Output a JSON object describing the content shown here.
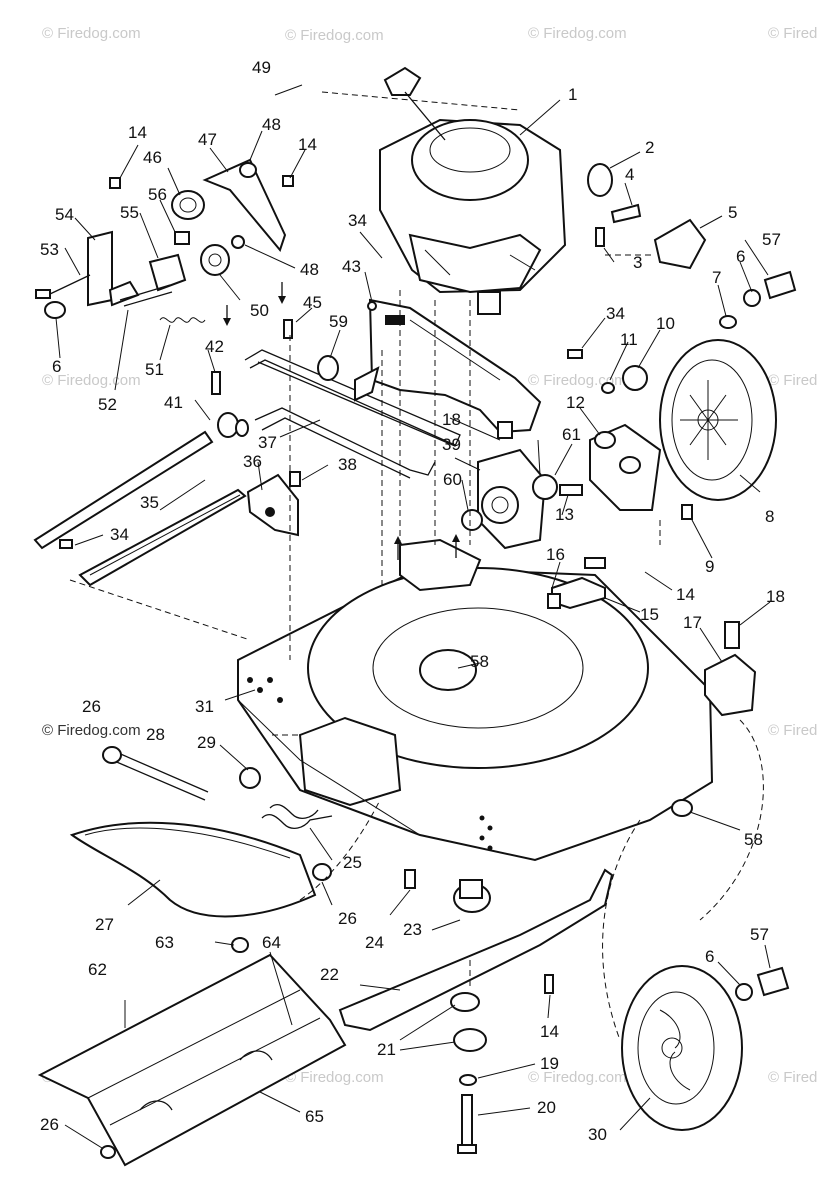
{
  "watermark": {
    "text": "© Firedog.com",
    "text_cut": "© Fired"
  },
  "callouts": [
    "1",
    "2",
    "3",
    "4",
    "5",
    "6",
    "7",
    "8",
    "9",
    "10",
    "11",
    "12",
    "13",
    "14",
    "15",
    "16",
    "17",
    "18",
    "19",
    "20",
    "21",
    "22",
    "23",
    "24",
    "25",
    "26",
    "27",
    "28",
    "29",
    "30",
    "31",
    "34",
    "35",
    "36",
    "37",
    "38",
    "39",
    "41",
    "42",
    "43",
    "45",
    "46",
    "47",
    "48",
    "49",
    "50",
    "51",
    "52",
    "53",
    "54",
    "55",
    "56",
    "57",
    "58",
    "59",
    "60",
    "61",
    "62",
    "63",
    "64",
    "65"
  ]
}
